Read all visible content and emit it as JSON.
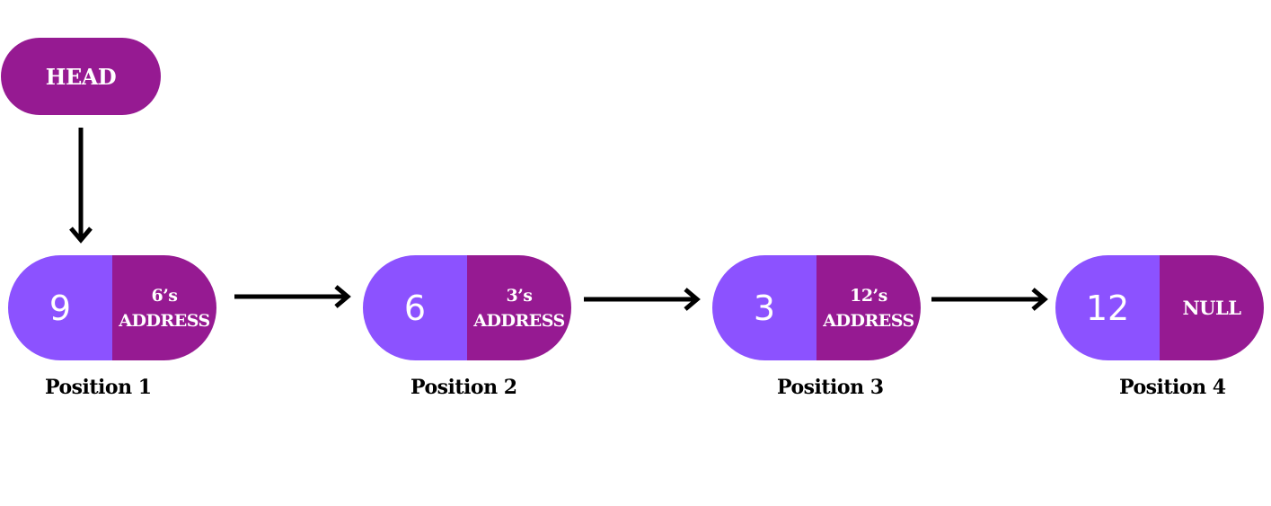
{
  "colors": {
    "pointer_purple": "#961a92",
    "data_violet": "#8c52ff",
    "text_white": "#ffffff",
    "arrow_black": "#000000"
  },
  "head": {
    "label": "HEAD"
  },
  "nodes": [
    {
      "value": "9",
      "next_line1": "6’s",
      "next_line2": "ADDRESS",
      "position_label": "Position 1"
    },
    {
      "value": "6",
      "next_line1": "3’s",
      "next_line2": "ADDRESS",
      "position_label": "Position 2"
    },
    {
      "value": "3",
      "next_line1": "12’s",
      "next_line2": "ADDRESS",
      "position_label": "Position 3"
    },
    {
      "value": "12",
      "next_line1": "NULL",
      "next_line2": "",
      "position_label": "Position 4"
    }
  ]
}
